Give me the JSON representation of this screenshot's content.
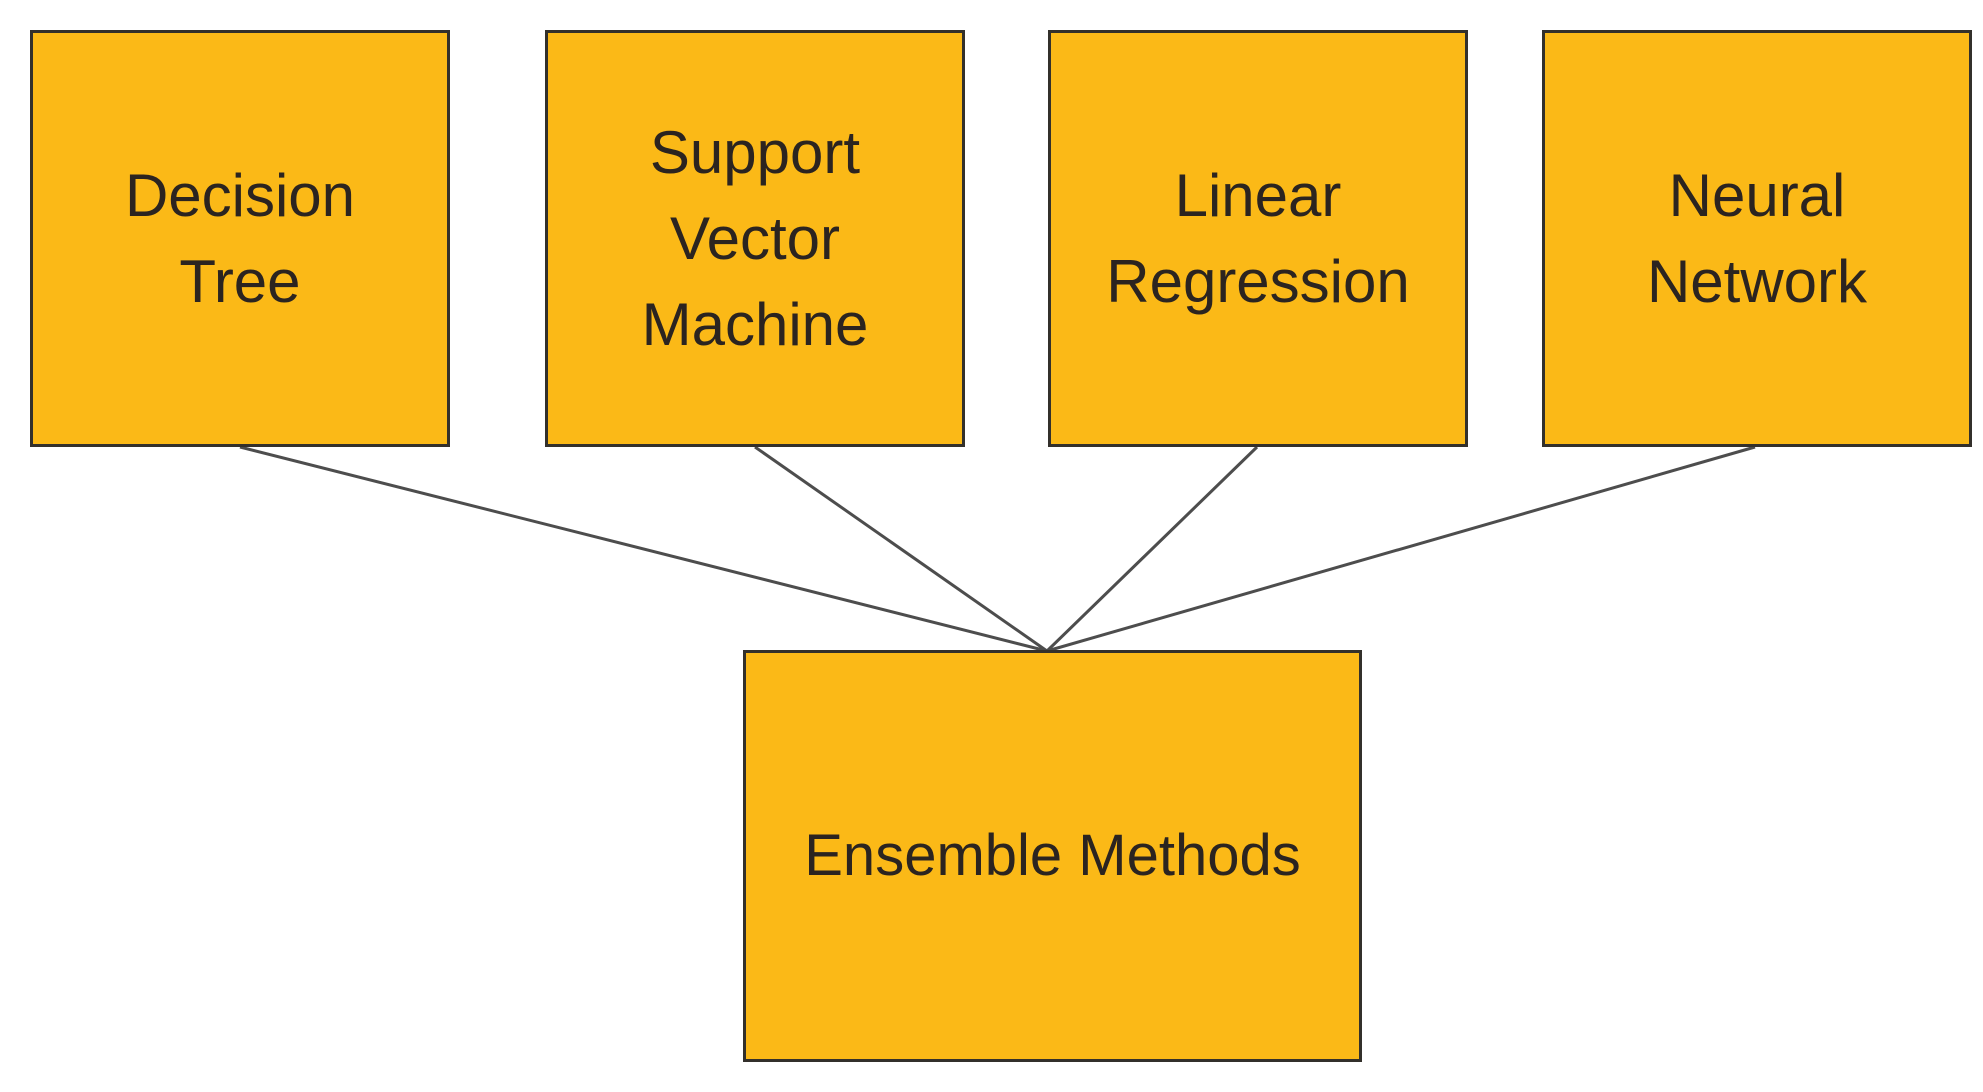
{
  "diagram": {
    "type": "flowchart",
    "description": "Four machine learning model boxes connected by lines converging into an Ensemble Methods box",
    "theme": {
      "page_background": "#FFFFFF",
      "node_fill": "#FBB917",
      "node_border": "#33302B",
      "text_color": "#2B2420",
      "connector_color": "#4D4D4D"
    },
    "nodes": [
      {
        "id": "decision-tree",
        "label": "Decision\nTree"
      },
      {
        "id": "support-vector-machine",
        "label": "Support\nVector\nMachine"
      },
      {
        "id": "linear-regression",
        "label": "Linear\nRegression"
      },
      {
        "id": "neural-network",
        "label": "Neural\nNetwork"
      },
      {
        "id": "ensemble-methods",
        "label": "Ensemble Methods"
      }
    ],
    "edges": [
      {
        "from": "decision-tree",
        "to": "ensemble-methods"
      },
      {
        "from": "support-vector-machine",
        "to": "ensemble-methods"
      },
      {
        "from": "linear-regression",
        "to": "ensemble-methods"
      },
      {
        "from": "neural-network",
        "to": "ensemble-methods"
      }
    ]
  }
}
